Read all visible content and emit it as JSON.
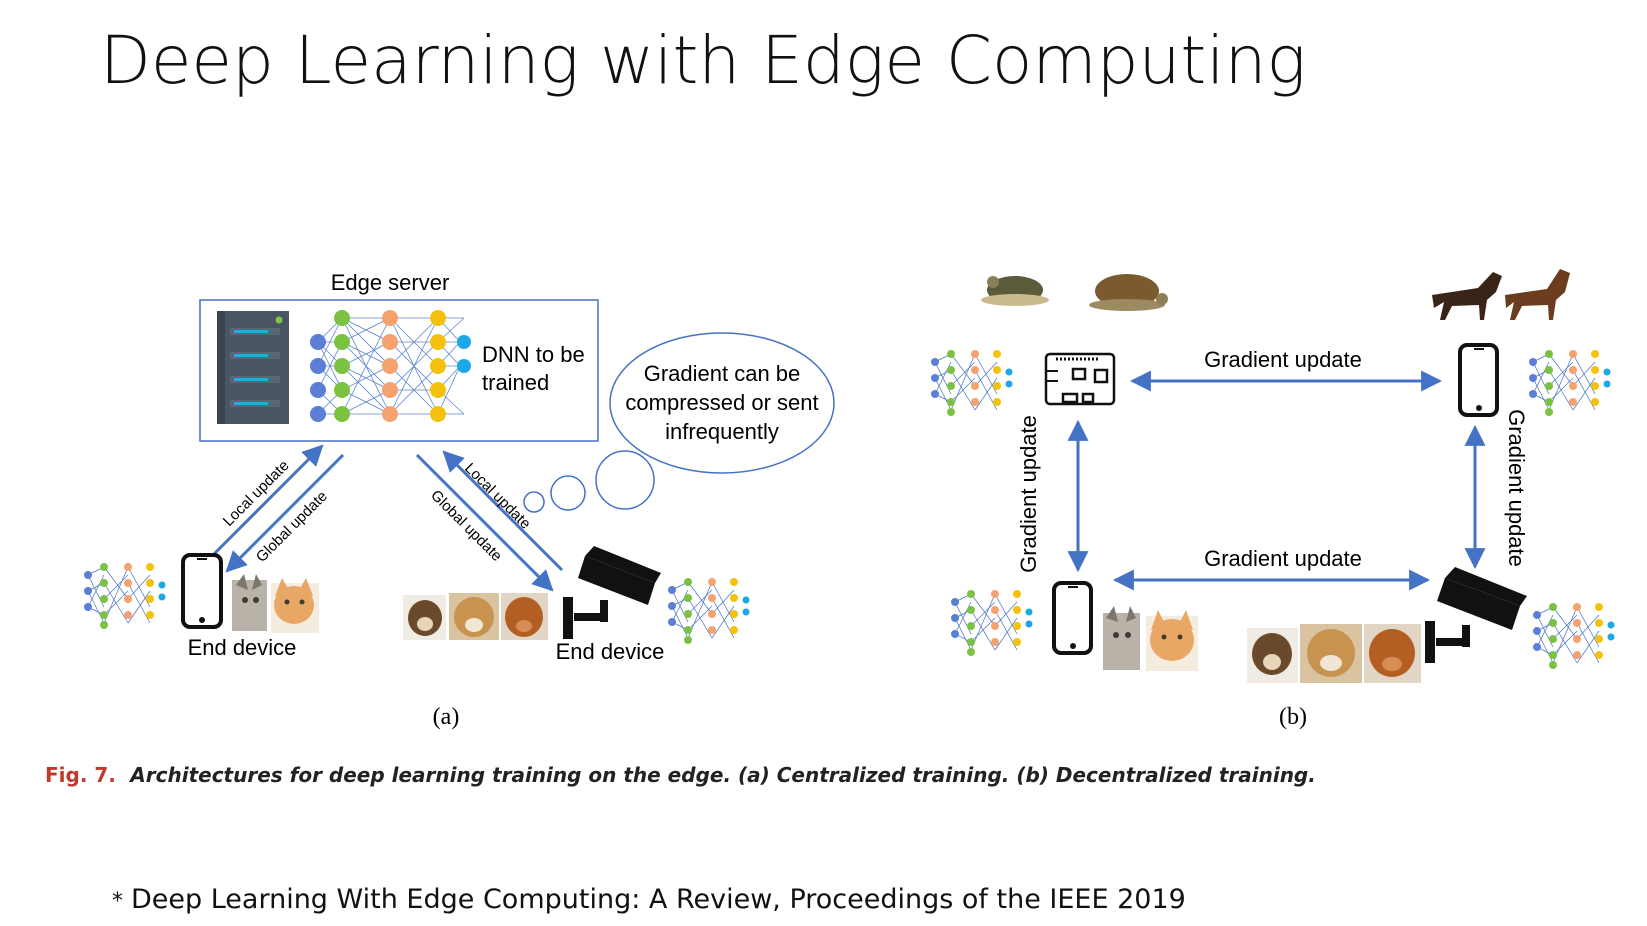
{
  "title": "Deep Learning with Edge Computing",
  "panel_a": {
    "edge_server_label": "Edge server",
    "dnn_label_line1": "DNN to be",
    "dnn_label_line2": "trained",
    "bubble_line1": "Gradient can be",
    "bubble_line2": "compressed or sent",
    "bubble_line3": "infrequently",
    "local_update": "Local update",
    "global_update": "Global update",
    "end_device": "End device",
    "sublabel": "(a)"
  },
  "panel_b": {
    "gradient_update": "Gradient update",
    "sublabel": "(b)"
  },
  "caption": {
    "label": "Fig. 7.",
    "text": "Architectures for deep learning training on the edge. (a) Centralized training. (b) Decentralized training."
  },
  "footnote": {
    "star": "*",
    "text": "Deep Learning With Edge Computing: A Review, Proceedings of the IEEE 2019"
  },
  "colors": {
    "arrow": "#4472c4",
    "caption_label": "#c0392b",
    "node_blue": "#5b7fd4",
    "node_green": "#7cc242",
    "node_orange": "#f5a26f",
    "node_yellow": "#f4c20d",
    "node_cyan": "#1ca7e8"
  }
}
